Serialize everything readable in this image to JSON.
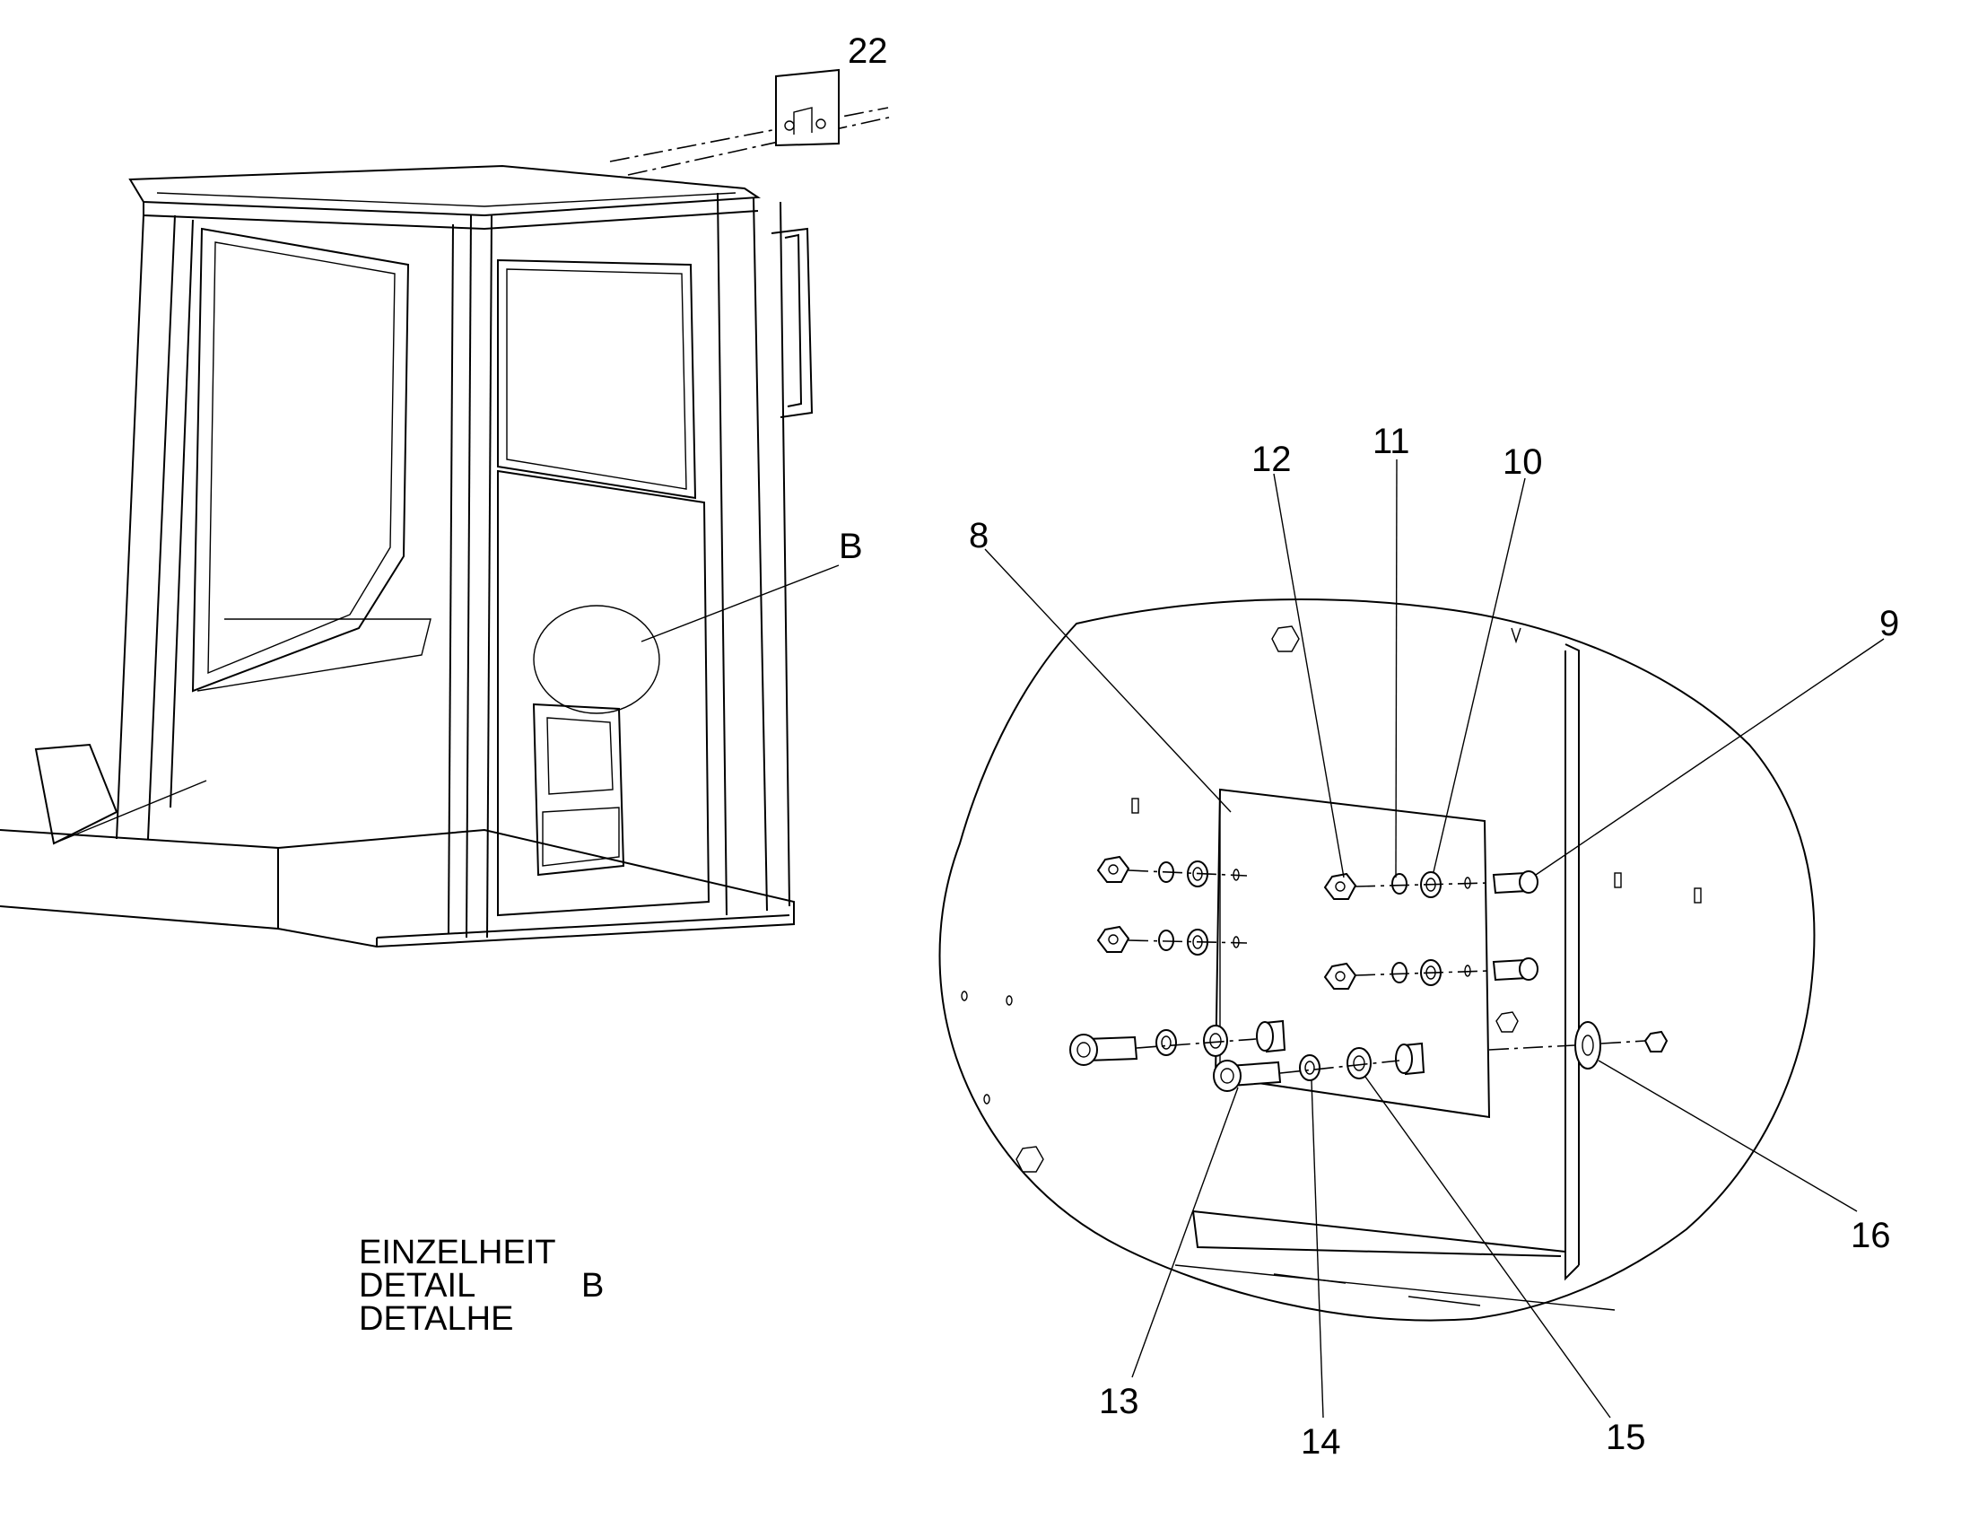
{
  "callouts": {
    "c22": "22",
    "cB": "B",
    "c8": "8",
    "c9": "9",
    "c10": "10",
    "c11": "11",
    "c12": "12",
    "c13": "13",
    "c14": "14",
    "c15": "15",
    "c16": "16"
  },
  "detail_caption": {
    "line1": "EINZELHEIT",
    "line2": "DETAIL",
    "line3": "DETALHE",
    "letter": "B"
  }
}
